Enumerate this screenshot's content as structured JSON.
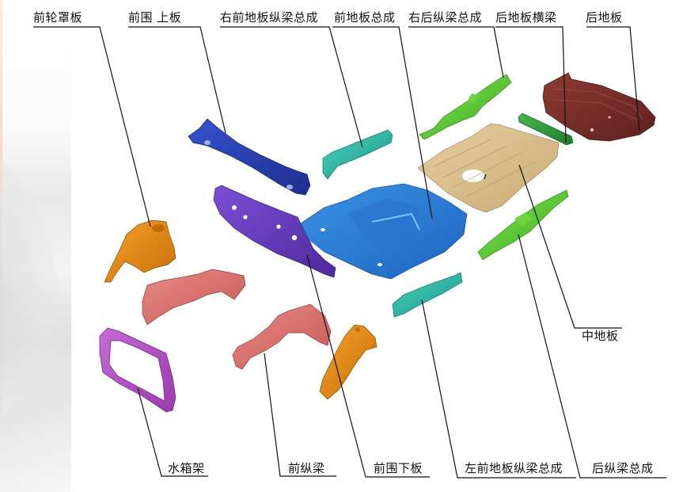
{
  "diagram": {
    "type": "exploded-view",
    "subject": "vehicle underbody / front structure parts",
    "labels": {
      "front_wheelhouse": "前轮罩板",
      "upper_dash_panel": "前围 上板",
      "right_front_floor_rail_assy": "右前地板纵梁总成",
      "front_floor_assy": "前地板总成",
      "right_rear_rail_assy": "右后纵梁总成",
      "rear_floor_crossmember": "后地板横梁",
      "rear_floor": "后地板",
      "center_floor": "中地板",
      "radiator_support": "水箱架",
      "front_rail": "前纵梁",
      "lower_dash_panel": "前围下板",
      "left_front_floor_rail_assy": "左前地板纵梁总成",
      "rear_rail_assy": "后纵梁总成"
    },
    "colors": {
      "front_wheelhouse": "#e38a12",
      "upper_dash_panel": "#2a3fb0",
      "right_front_floor_rail_assy": "#2fb8a6",
      "front_floor_assy": "#2f7fd8",
      "right_rear_rail_assy": "#5cc93a",
      "rear_floor_crossmember": "#2f9e3e",
      "rear_floor": "#7a2e2a",
      "center_floor": "#d9bf90",
      "radiator_support": "#b353c4",
      "front_rail": "#d96b6b",
      "lower_dash_panel": "#6a3cc0",
      "left_front_floor_rail_assy": "#2fb8a6",
      "rear_rail_assy": "#5cc93a",
      "leader_line": "#111111"
    }
  }
}
